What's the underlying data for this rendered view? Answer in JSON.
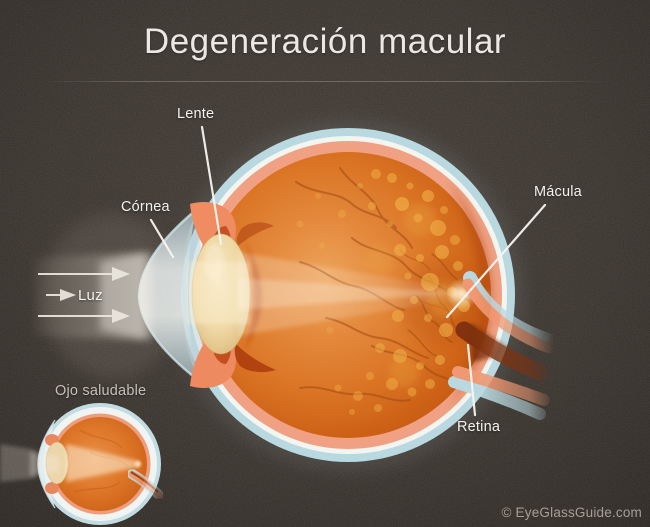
{
  "header": {
    "title": "Degeneración macular"
  },
  "diagram": {
    "labels": {
      "lente": "Lente",
      "cornea": "Córnea",
      "luz": "Luz",
      "macula": "Mácula",
      "retina": "Retina"
    },
    "inset_caption": "Ojo saludable"
  },
  "footer": {
    "copyright": "© EyeGlassGuide.com"
  },
  "colors": {
    "background": "#423a32",
    "title_text": "#ebe8e3",
    "label_text": "#f4f2ee",
    "caption_text": "#c6c0b9",
    "copyright_text": "#a69f96",
    "sclera_blue": "#b9d8e0",
    "eye_white": "#f3f5f1",
    "choroid_salmon": "#f0a183",
    "fundus_orange": "#da7424",
    "drusen_yellow": "#f0b148",
    "lens_tan": "#eed7a4",
    "vessel_red": "#a04510"
  }
}
